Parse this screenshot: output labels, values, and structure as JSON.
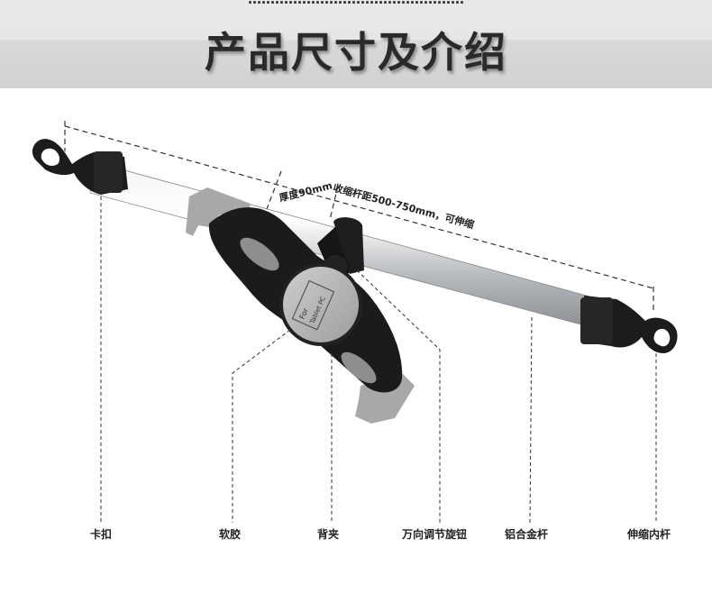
{
  "header": {
    "title": "产品尺寸及介绍",
    "top_fragment": "…………………………………………"
  },
  "annotations": {
    "thickness": "厚度90mm",
    "length": "收缩杆距500-750mm，可伸缩"
  },
  "labels": {
    "clip": "卡扣",
    "soft_glue": "软胶",
    "back_clamp": "背夹",
    "rotation_knob": "万向调节旋钮",
    "aluminum_rod": "铝合金杆",
    "inner_rod": "伸缩内杆"
  },
  "badge": {
    "text_line1": "For",
    "text_line2": "Tablet PC"
  },
  "colors": {
    "banner_bg": "#e4e4e4",
    "title": "#2a2a2a",
    "rod": "#c9ccd0",
    "plastic": "#1c1c1c",
    "accent_gray": "#9a9a9a"
  }
}
